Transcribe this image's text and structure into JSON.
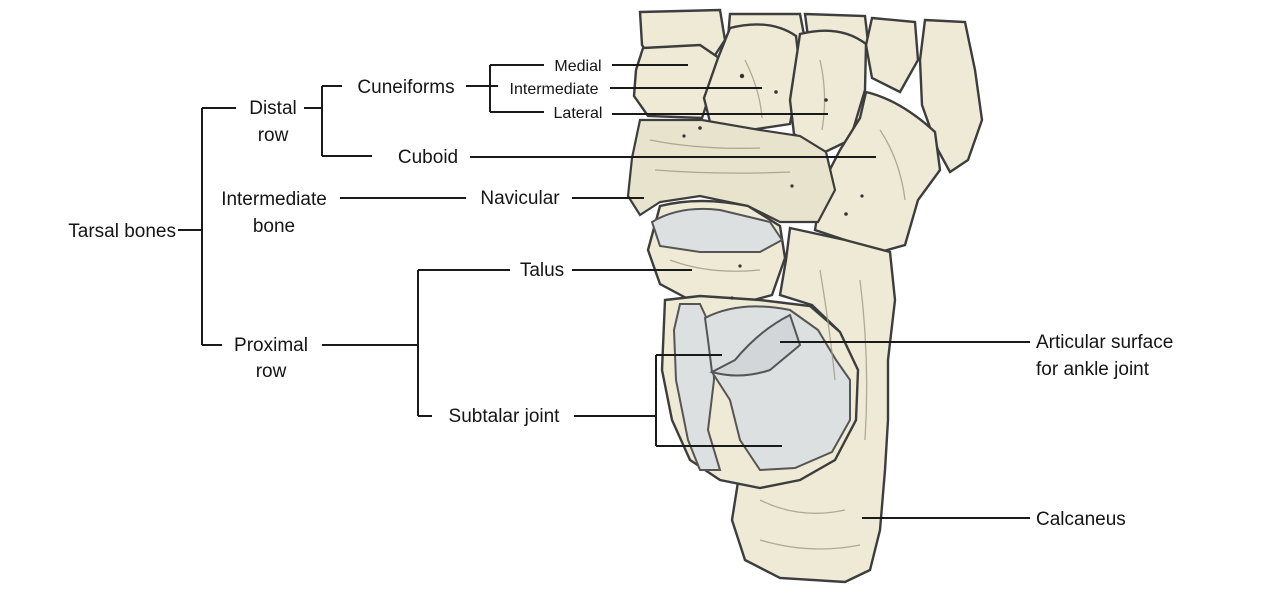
{
  "labels": {
    "tarsal_bones": "Tarsal bones",
    "distal_row": [
      "Distal",
      "row"
    ],
    "intermediate_bone": [
      "Intermediate",
      "bone"
    ],
    "proximal_row": [
      "Proximal",
      "row"
    ],
    "cuneiforms": "Cuneiforms",
    "medial": "Medial",
    "intermediate": "Intermediate",
    "lateral": "Lateral",
    "cuboid": "Cuboid",
    "navicular": "Navicular",
    "talus": "Talus",
    "subtalar_joint": "Subtalar joint",
    "articular_surface": [
      "Articular surface",
      "for ankle joint"
    ],
    "calcaneus": "Calcaneus"
  },
  "colors": {
    "bone": "#eeead6",
    "articular_facet": "#dde0e1",
    "leader_lines": "#1a1a1a"
  }
}
